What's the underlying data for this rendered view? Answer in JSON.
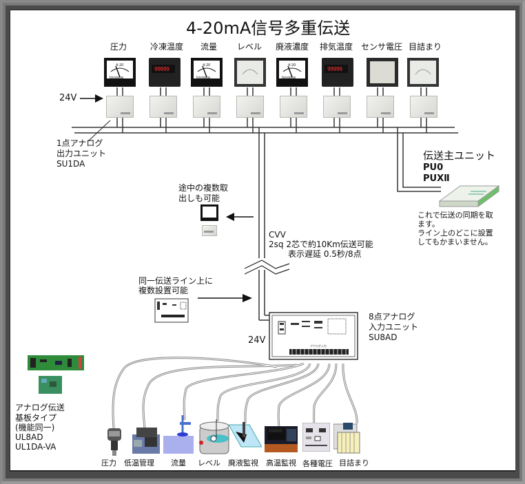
{
  "title": "4-20mA信号多重伝送",
  "top_instruments": [
    {
      "label": "圧力",
      "type": "analog",
      "scale": "4-20",
      "brand": "toyooka"
    },
    {
      "label": "冷凍温度",
      "type": "digital",
      "display": "99999"
    },
    {
      "label": "流量",
      "type": "analog",
      "scale": "4-20",
      "brand": "toyooka"
    },
    {
      "label": "レベル",
      "type": "analog-lite"
    },
    {
      "label": "廃液濃度",
      "type": "analog",
      "scale": "4-20",
      "brand": "toyooka"
    },
    {
      "label": "排気温度",
      "type": "digital",
      "display": "99999"
    },
    {
      "label": "センサ電圧",
      "type": "panel"
    },
    {
      "label": "目詰まり",
      "type": "analog-lite"
    }
  ],
  "power_in_top": "24V",
  "output_unit": {
    "line1": "1点アナログ",
    "line2": "出力ユニット",
    "model": "SU1DA"
  },
  "master_unit": {
    "line1": "伝送主ユニット",
    "model1": "PU0",
    "model2": "PUXⅡ",
    "note": [
      "これで伝送の同期を取",
      "ます。",
      "ライン上のどこに設置",
      "してもかまいません。"
    ]
  },
  "tap_note": [
    "途中の複数取",
    "出しも可能"
  ],
  "cable_note": {
    "line1": "CVV",
    "line2": "2sq 2芯で約10Km伝送可能",
    "line3": "表示遅延 0.5秒/8点"
  },
  "multi_note": [
    "同一伝送ライン上に",
    "複数設置可能"
  ],
  "input_unit": {
    "line1": "8点アナログ",
    "line2": "入力ユニット",
    "model": "SU8AD",
    "power": "24V",
    "terminal_caption": "アナログ入力"
  },
  "board_type": {
    "lines": [
      "アナログ伝送",
      "基板タイプ",
      "(機能同一)",
      "UL8AD",
      "UL1DA-VA"
    ]
  },
  "bottom_sensors": [
    {
      "label": "圧力"
    },
    {
      "label": "低温管理"
    },
    {
      "label": "流量"
    },
    {
      "label": "レベル"
    },
    {
      "label": "廃液監視"
    },
    {
      "label": "高温監視"
    },
    {
      "label": "各種電圧"
    },
    {
      "label": "目詰まり"
    }
  ],
  "colors": {
    "frame_dark": "#262626",
    "frame_mid": "#4a4a4a",
    "frame_light": "#8a8a8a",
    "line": "#222222",
    "pcb_green": "#2e8b3a",
    "digital_red": "#ff3030"
  }
}
